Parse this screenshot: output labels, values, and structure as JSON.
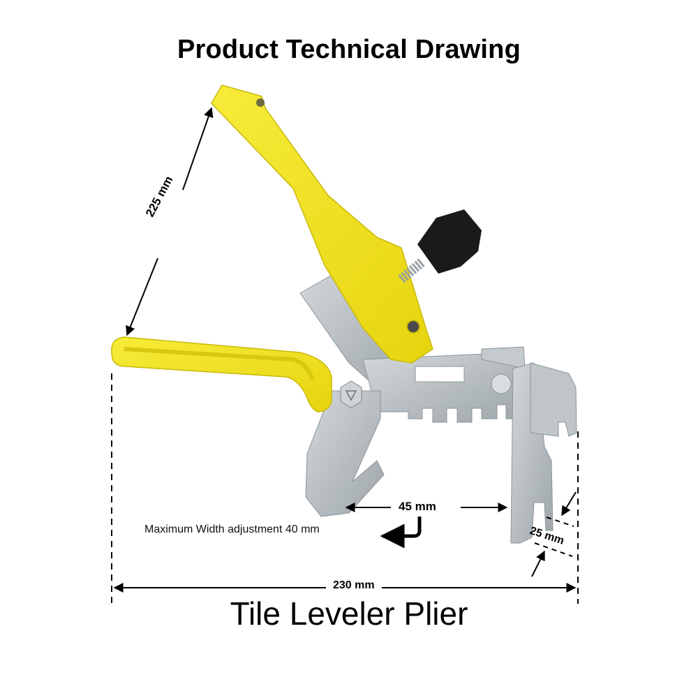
{
  "title": "Product Technical Drawing",
  "product_name": "Tile Leveler Plier",
  "dimensions": {
    "handle_length": "225 mm",
    "jaw_opening": "45 mm",
    "jaw_width": "25 mm",
    "overall_length": "230 mm"
  },
  "annotations": {
    "max_width_note": "Maximum Width adjustment 40 mm"
  },
  "colors": {
    "handle_yellow": "#f2e21a",
    "metal_gray": "#b9c0c4",
    "knob_black": "#1a1a1a",
    "text": "#000000",
    "background": "#ffffff"
  }
}
